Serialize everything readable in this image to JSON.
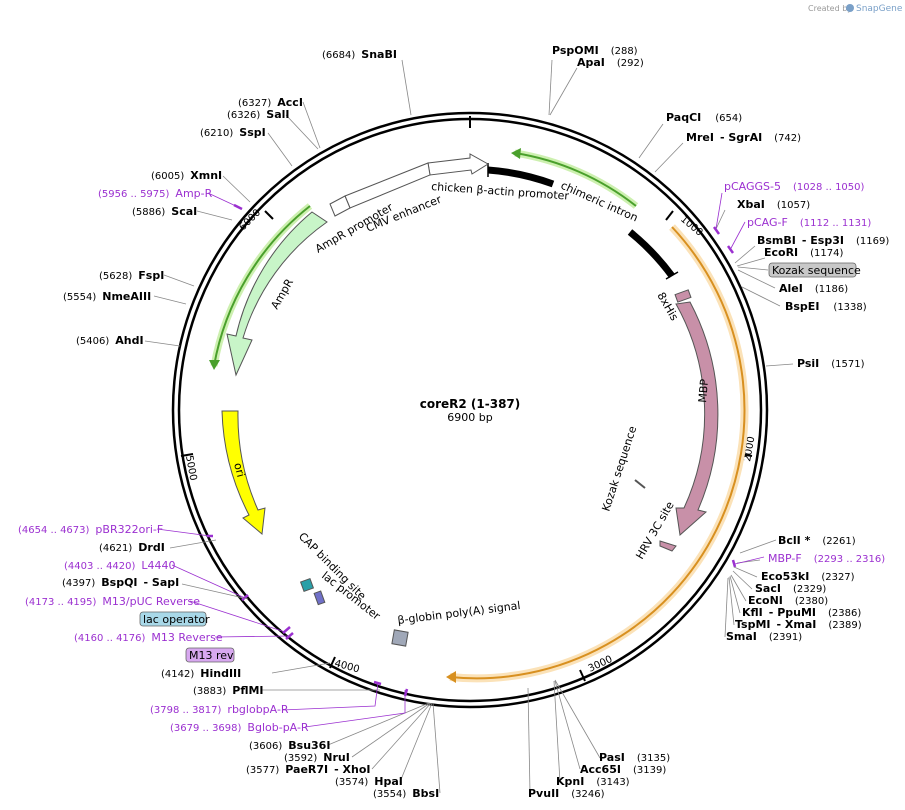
{
  "brand": {
    "prefix": "Created by",
    "name": "SnapGene"
  },
  "plasmid": {
    "name": "coreR2 (1-387)",
    "size": "6900 bp"
  },
  "ticks": [
    "1000",
    "2000",
    "3000",
    "4000",
    "5000",
    "6000"
  ],
  "sites": [
    {
      "pos": "(6684)",
      "name": "SnaBI"
    },
    {
      "pos": "(288)",
      "name": "PspOMI"
    },
    {
      "pos": "(292)",
      "name": "ApaI"
    },
    {
      "pos": "(654)",
      "name": "PaqCI"
    },
    {
      "pos": "(742)",
      "name": "MreI",
      "name2": "SgrAI"
    },
    {
      "pos": "(1057)",
      "name": "XbaI"
    },
    {
      "pos": "(1169)",
      "name": "BsmBI",
      "name2": "Esp3I"
    },
    {
      "pos": "(1174)",
      "name": "EcoRI"
    },
    {
      "pos": "(1186)",
      "name": "AleI"
    },
    {
      "pos": "(1338)",
      "name": "BspEI"
    },
    {
      "pos": "(1571)",
      "name": "PsiI"
    },
    {
      "pos": "(2261)",
      "name": "BclI *"
    },
    {
      "pos": "(2327)",
      "name": "Eco53kI"
    },
    {
      "pos": "(2329)",
      "name": "SacI"
    },
    {
      "pos": "(2380)",
      "name": "EcoNI"
    },
    {
      "pos": "(2386)",
      "name": "KflI",
      "name2": "PpuMI"
    },
    {
      "pos": "(2389)",
      "name": "TspMI",
      "name2": "XmaI"
    },
    {
      "pos": "(2391)",
      "name": "SmaI"
    },
    {
      "pos": "(3135)",
      "name": "PasI"
    },
    {
      "pos": "(3139)",
      "name": "Acc65I"
    },
    {
      "pos": "(3143)",
      "name": "KpnI"
    },
    {
      "pos": "(3246)",
      "name": "PvuII"
    },
    {
      "pos": "(3554)",
      "name": "BbsI"
    },
    {
      "pos": "(3574)",
      "name": "HpaI"
    },
    {
      "pos": "(3577)",
      "name": "PaeR7I",
      "name2": "XhoI"
    },
    {
      "pos": "(3592)",
      "name": "NruI"
    },
    {
      "pos": "(3606)",
      "name": "Bsu36I"
    },
    {
      "pos": "(3883)",
      "name": "PflMI"
    },
    {
      "pos": "(4142)",
      "name": "HindIII"
    },
    {
      "pos": "(4397)",
      "name": "BspQI",
      "name2": "SapI"
    },
    {
      "pos": "(4621)",
      "name": "DrdI"
    },
    {
      "pos": "(5406)",
      "name": "AhdI"
    },
    {
      "pos": "(5554)",
      "name": "NmeAIII"
    },
    {
      "pos": "(5628)",
      "name": "FspI"
    },
    {
      "pos": "(5886)",
      "name": "ScaI"
    },
    {
      "pos": "(6005)",
      "name": "XmnI"
    },
    {
      "pos": "(6210)",
      "name": "SspI"
    },
    {
      "pos": "(6326)",
      "name": "SalI"
    },
    {
      "pos": "(6327)",
      "name": "AccI"
    }
  ],
  "primers": [
    {
      "pos": "(1028 .. 1050)",
      "name": "pCAGGS-5"
    },
    {
      "pos": "(1112 .. 1131)",
      "name": "pCAG-F"
    },
    {
      "pos": "(2293 .. 2316)",
      "name": "MBP-F"
    },
    {
      "pos": "(3679 .. 3698)",
      "name": "Bglob-pA-R"
    },
    {
      "pos": "(3798 .. 3817)",
      "name": "rbglobpA-R"
    },
    {
      "pos": "(4160 .. 4176)",
      "name": "M13 Reverse"
    },
    {
      "pos": "(4173 .. 4195)",
      "name": "M13/pUC Reverse"
    },
    {
      "pos": "(4403 .. 4420)",
      "name": "L4440"
    },
    {
      "pos": "(4654 .. 4673)",
      "name": "pBR322ori-F"
    },
    {
      "pos": "(5956 .. 5975)",
      "name": "Amp-R"
    }
  ],
  "boxed_labels": {
    "kozak": "Kozak sequence",
    "lac_operator": "lac operator",
    "m13_rev": "M13 rev"
  },
  "features": {
    "chicken_promoter": "chicken β-actin promoter",
    "chimeric_intron": "chimeric intron",
    "cmv_enhancer": "CMV enhancer",
    "ampr_promoter": "AmpR promoter",
    "ampr": "AmpR",
    "ori": "ori",
    "his": "8xHis",
    "mbp": "MBP",
    "kozak_inner": "Kozak sequence",
    "hrv": "HRV 3C site",
    "cap": "CAP binding site",
    "lac_promoter": "lac promoter",
    "globin": "β-globin poly(A) signal"
  },
  "colors": {
    "primer": "#9b30d0",
    "orange_orf": "#f0a030",
    "green_feature": "#4aa02c",
    "promoter_fill": "#ffffff",
    "ampr_fill": "#c8f5c8",
    "ori_fill": "#ffff00",
    "mbp_fill": "#c890a8",
    "lac_operator_fill": "#a8d8e8",
    "kozak_fill": "#c8c8c8",
    "m13_fill": "#d8a8f0"
  }
}
